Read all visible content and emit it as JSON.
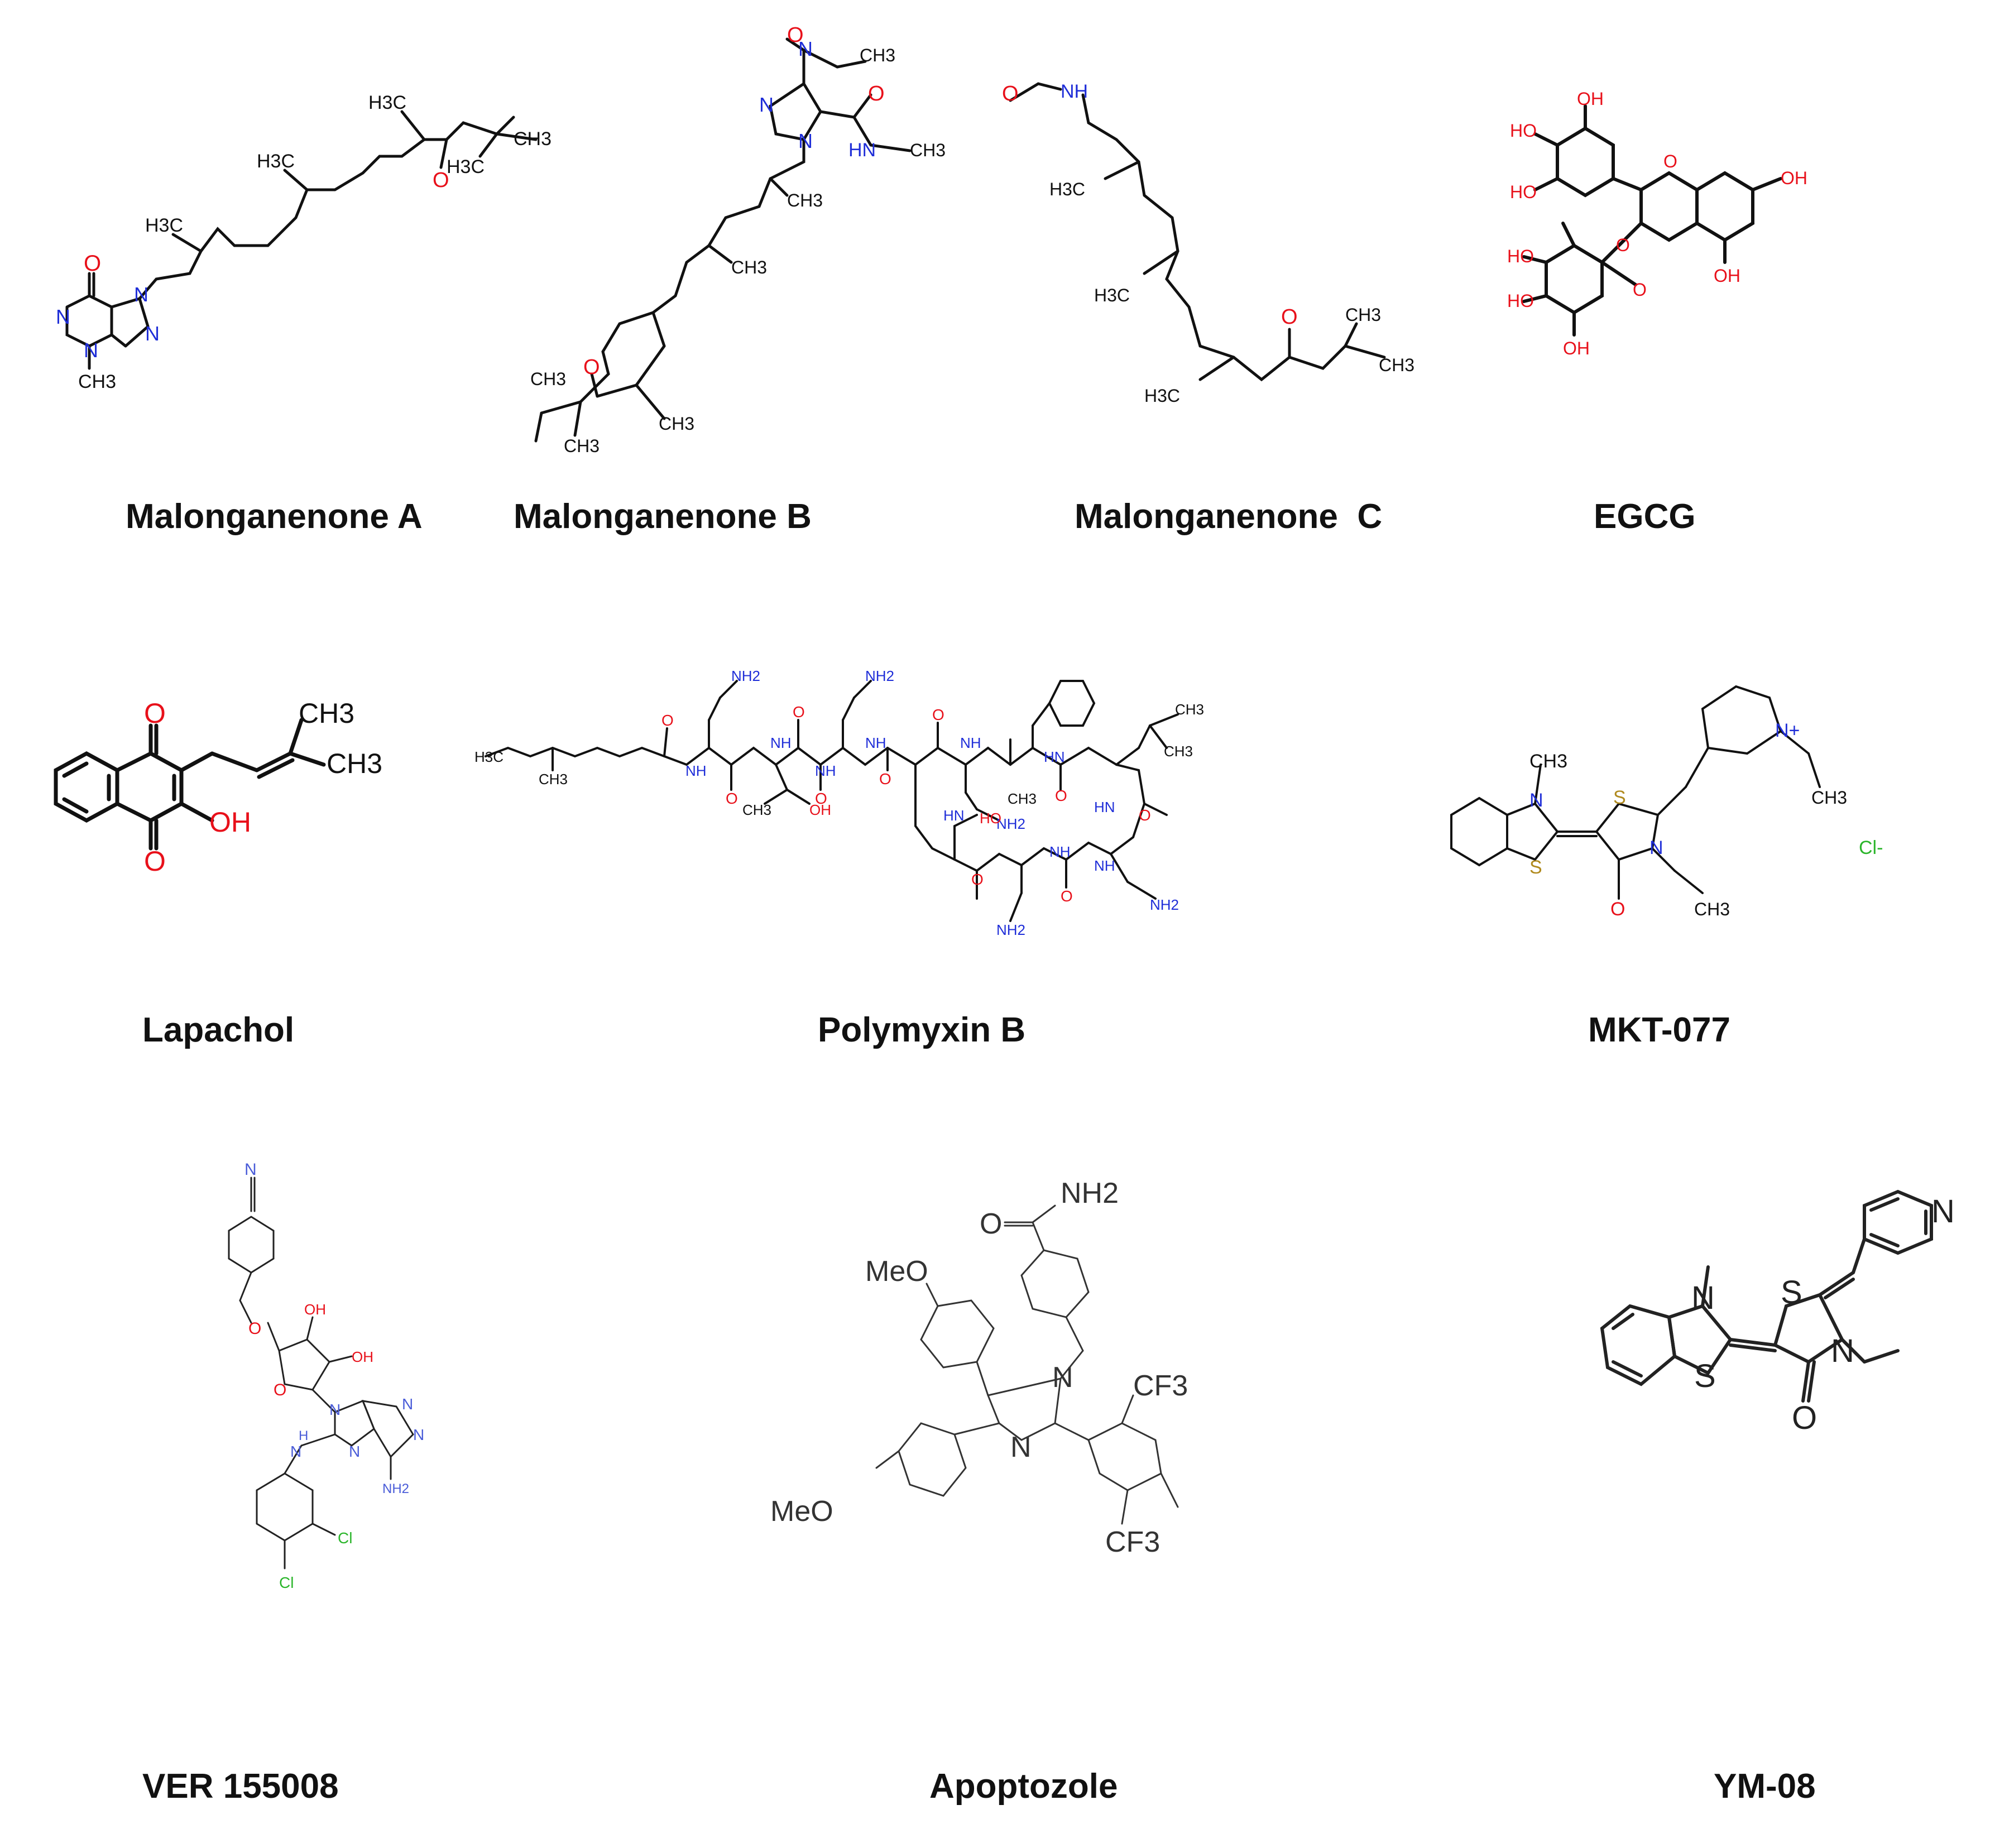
{
  "colors": {
    "bond": "#111111",
    "oxygen": "#e8101a",
    "nitrogen": "#1f2ed8",
    "chlorine": "#2ab52a",
    "sulfur": "#b08a1e",
    "label": "#111111"
  },
  "compounds": [
    {
      "name": "Malonganenone A",
      "atoms": [
        "O",
        "N",
        "N",
        "N",
        "N",
        "CH3",
        "H3C",
        "H3C",
        "H3C",
        "O",
        "CH3",
        "H3C"
      ]
    },
    {
      "name": "Malonganenone B",
      "atoms": [
        "O",
        "N",
        "CH3",
        "N",
        "N",
        "O",
        "HN",
        "CH3",
        "CH3",
        "CH3",
        "CH3",
        "O",
        "CH3",
        "CH3"
      ]
    },
    {
      "name": "Malonganenone  C",
      "atoms": [
        "O",
        "NH",
        "H3C",
        "H3C",
        "H3C",
        "O",
        "CH3",
        "CH3"
      ]
    },
    {
      "name": "EGCG",
      "atoms": [
        "OH",
        "HO",
        "HO",
        "O",
        "OH",
        "O",
        "OH",
        "HO",
        "O",
        "HO",
        "OH"
      ]
    },
    {
      "name": "Lapachol",
      "atoms": [
        "O",
        "CH3",
        "CH3",
        "OH",
        "O"
      ]
    },
    {
      "name": "Polymyxin B",
      "atoms": [
        "H3C",
        "CH3",
        "NH2",
        "O",
        "NH",
        "O",
        "NH",
        "CH3",
        "OH",
        "NH2",
        "O",
        "NH",
        "O",
        "NH",
        "O",
        "NH",
        "NH2",
        "O",
        "HN",
        "CH3",
        "CH3",
        "HO",
        "CH3",
        "HN",
        "O",
        "HN",
        "O",
        "NH",
        "O",
        "NH",
        "O",
        "NH2",
        "NH2"
      ]
    },
    {
      "name": "MKT-077",
      "atoms": [
        "CH3",
        "N",
        "S",
        "S",
        "N",
        "O",
        "CH3",
        "N+",
        "CH3",
        "Cl-"
      ]
    },
    {
      "name": "VER 155008",
      "atoms": [
        "N",
        "O",
        "OH",
        "OH",
        "O",
        "N",
        "N",
        "N",
        "H",
        "N",
        "N",
        "NH2",
        "Cl",
        "Cl"
      ]
    },
    {
      "name": "Apoptozole",
      "atoms": [
        "NH2",
        "O",
        "MeO",
        "MeO",
        "N",
        "N",
        "CF3",
        "CF3"
      ]
    },
    {
      "name": "YM-08",
      "atoms": [
        "N",
        "N",
        "S",
        "S",
        "N",
        "O"
      ]
    }
  ]
}
